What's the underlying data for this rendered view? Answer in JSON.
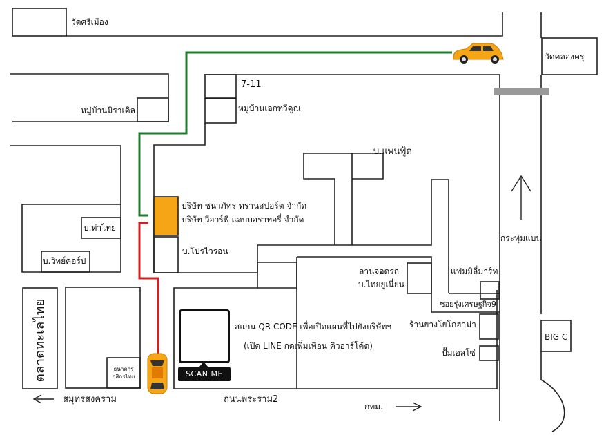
{
  "map": {
    "colors": {
      "road_line": "#222222",
      "route_green": "#1f7a2e",
      "route_red": "#d21f1f",
      "destination": "#f5a516",
      "car": "#f5a516",
      "overpass": "#999999"
    },
    "landmarks": {
      "wat_si_mueang": "วัดศรีเมือง",
      "wat_khlong_khru": "วัดคลองครุ",
      "seven_eleven": "7-11",
      "ban_miracle": "หมู่บ้านมิราเคิล",
      "ban_ekthawikun": "หมู่บ้านเอกทวีคูณ",
      "company_1": "บริษัท ชนาภัทร ทรานสปอร์ต จำกัด",
      "company_2": "บริษัท วีอาร์พี แลบบอราทอรี่ จำกัด",
      "pan_food": "บ.แพนฟู้ด",
      "tha_thai": "บ.ท่าไทย",
      "wit_corp": "บ.วิทย์คอร์ป",
      "pro_wire": "บ.โปรไวรอน",
      "parking": "ลานจอดรถ",
      "thai_union": "บ.ไทยยูเนี่ยน",
      "family_mart": "แฟมมิลี่มาร์ท",
      "soi_rung": "ซอยรุ่งเศรษฐกิจ9",
      "yokohama": "ร้านยางโยโกฮาม่า",
      "esso": "ปั๊มเอสโซ่",
      "big_c": "BIG C",
      "talad": "ตลาดทะเลไทย",
      "kasikorn_1": "ธนาคาร",
      "kasikorn_2": "กสิกรไทย",
      "krathum_baen": "กระทุ่มแบน"
    },
    "directions": {
      "samut_sakhon": "สมุทรสงคราม",
      "rama2": "ถนนพระราม2",
      "bangkok": "กทม."
    },
    "qr": {
      "instruction": "สแกน QR CODE เพื่อเปิดแผนที่ไปยังบริษัทฯ",
      "note": "(เปิด LINE กดเพิ่มเพื่อน คิวอาร์โค้ด)",
      "scan_label": "SCAN ME"
    },
    "icons": {
      "car_top": "car-icon",
      "car_side": "car-icon",
      "arrow_left": "arrow-left-icon",
      "arrow_right": "arrow-right-icon",
      "arrow_up": "arrow-up-icon",
      "qr_code": "qr-code-icon"
    }
  }
}
